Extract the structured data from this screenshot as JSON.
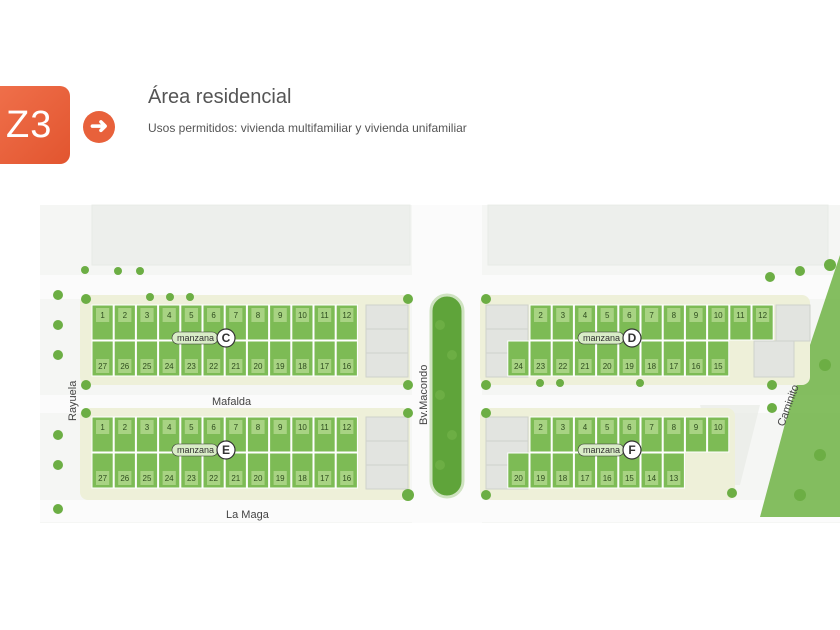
{
  "header": {
    "zone_badge": "Z3",
    "title": "Área residencial",
    "subtitle": "Usos permitidos: vivienda multifamiliar y vivienda unifamiliar"
  },
  "streets": {
    "mafalda": "Mafalda",
    "la_maga": "La Maga",
    "rayuela": "Rayuela",
    "bv_macondo": "Bv.Macondo",
    "caminito": "Caminito"
  },
  "blocks": [
    {
      "label": "manzana",
      "letter": "C",
      "top": [
        "1",
        "2",
        "3",
        "4",
        "5",
        "6",
        "7",
        "8",
        "9",
        "10",
        "11",
        "12"
      ],
      "bottom": [
        "27",
        "26",
        "25",
        "24",
        "23",
        "22",
        "21",
        "20",
        "19",
        "18",
        "17",
        "16"
      ]
    },
    {
      "label": "manzana",
      "letter": "D",
      "top": [
        "",
        "2",
        "3",
        "4",
        "5",
        "6",
        "7",
        "8",
        "9",
        "10",
        "11",
        "12"
      ],
      "bottom": [
        "24",
        "23",
        "22",
        "21",
        "20",
        "19",
        "18",
        "17",
        "16",
        "15"
      ]
    },
    {
      "label": "manzana",
      "letter": "E",
      "top": [
        "1",
        "2",
        "3",
        "4",
        "5",
        "6",
        "7",
        "8",
        "9",
        "10",
        "11",
        "12"
      ],
      "bottom": [
        "27",
        "26",
        "25",
        "24",
        "23",
        "22",
        "21",
        "20",
        "19",
        "18",
        "17",
        "16"
      ]
    },
    {
      "label": "manzana",
      "letter": "F",
      "top": [
        "",
        "2",
        "3",
        "4",
        "5",
        "6",
        "7",
        "8",
        "9",
        "10"
      ],
      "bottom": [
        "20",
        "19",
        "18",
        "17",
        "16",
        "15",
        "14",
        "13"
      ]
    }
  ],
  "colors": {
    "accent": "#e8613b",
    "lot_green": "#7dbb55",
    "lot_dark": "#5f9e3a"
  }
}
